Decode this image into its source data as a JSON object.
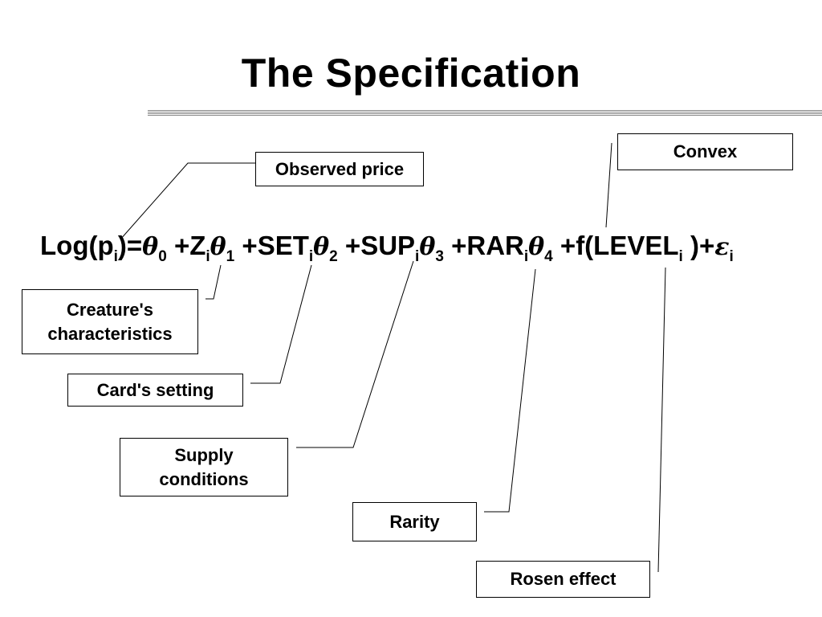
{
  "slide": {
    "title": "The Specification"
  },
  "equation": {
    "log_open": "Log(p",
    "sub_i": "i",
    "eq": ")=",
    "theta": "θ",
    "epsilon": "ε",
    "sub0": "0",
    "sub1": "1",
    "sub2": "2",
    "sub3": "3",
    "sub4": "4",
    "plus_z": "+Z",
    "plus_set": "+SET",
    "plus_sup": "+SUP",
    "plus_rar": "+RAR",
    "plus_f": "+f(LEVEL",
    "close_plus": ")+"
  },
  "labels": {
    "observed_price": "Observed price",
    "convex": "Convex",
    "creature_line1": "Creature's",
    "creature_line2": "characteristics",
    "card_setting": "Card's setting",
    "supply_line1": "Supply",
    "supply_line2": "conditions",
    "rarity": "Rarity",
    "rosen_effect": "Rosen effect"
  }
}
